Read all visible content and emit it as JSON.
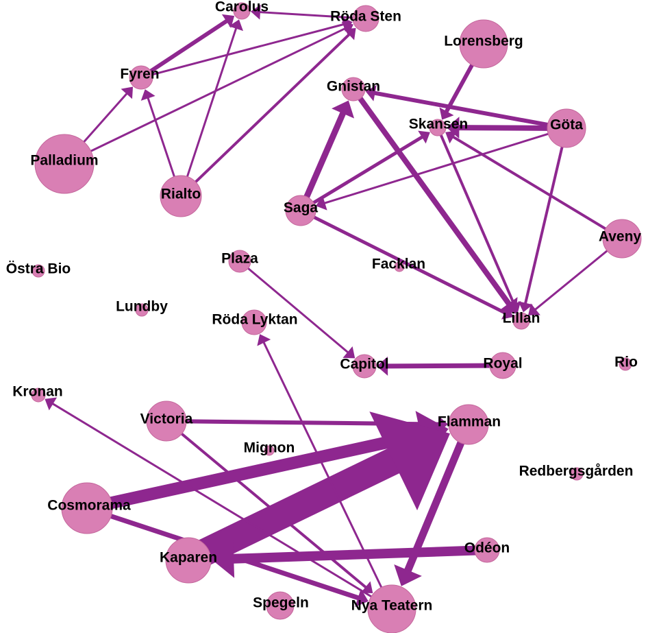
{
  "nodes": [
    {
      "id": "carolus",
      "label": "Carolus"
    },
    {
      "id": "roda-sten",
      "label": "Röda Sten"
    },
    {
      "id": "fyren",
      "label": "Fyren"
    },
    {
      "id": "lorensberg",
      "label": "Lorensberg"
    },
    {
      "id": "gnistan",
      "label": "Gnistan"
    },
    {
      "id": "skansen",
      "label": "Skansen"
    },
    {
      "id": "gota",
      "label": "Göta"
    },
    {
      "id": "palladium",
      "label": "Palladium"
    },
    {
      "id": "rialto",
      "label": "Rialto"
    },
    {
      "id": "saga",
      "label": "Saga"
    },
    {
      "id": "aveny",
      "label": "Aveny"
    },
    {
      "id": "plaza",
      "label": "Plaza"
    },
    {
      "id": "facklan",
      "label": "Facklan"
    },
    {
      "id": "ostra-bio",
      "label": "Östra Bio"
    },
    {
      "id": "lundby",
      "label": "Lundby"
    },
    {
      "id": "lillan",
      "label": "Lillan"
    },
    {
      "id": "roda-lyktan",
      "label": "Röda Lyktan"
    },
    {
      "id": "capitol",
      "label": "Capitol"
    },
    {
      "id": "royal",
      "label": "Royal"
    },
    {
      "id": "rio",
      "label": "Rio"
    },
    {
      "id": "kronan",
      "label": "Kronan"
    },
    {
      "id": "victoria",
      "label": "Victoria"
    },
    {
      "id": "flamman",
      "label": "Flamman"
    },
    {
      "id": "mignon",
      "label": "Mignon"
    },
    {
      "id": "redbergsgarden",
      "label": "Redbergsgården"
    },
    {
      "id": "cosmorama",
      "label": "Cosmorama"
    },
    {
      "id": "odeon",
      "label": "Odéon"
    },
    {
      "id": "kaparen",
      "label": "Kaparen"
    },
    {
      "id": "spegeln",
      "label": "Spegeln"
    },
    {
      "id": "nya-teatern",
      "label": "Nya Teatern"
    }
  ],
  "edges": [
    {
      "from": "roda-sten",
      "to": "carolus",
      "weight": 3
    },
    {
      "from": "fyren",
      "to": "carolus",
      "weight": 6
    },
    {
      "from": "fyren",
      "to": "roda-sten",
      "weight": 3
    },
    {
      "from": "palladium",
      "to": "fyren",
      "weight": 3
    },
    {
      "from": "palladium",
      "to": "roda-sten",
      "weight": 3
    },
    {
      "from": "rialto",
      "to": "fyren",
      "weight": 3
    },
    {
      "from": "rialto",
      "to": "carolus",
      "weight": 3
    },
    {
      "from": "rialto",
      "to": "roda-sten",
      "weight": 4
    },
    {
      "from": "lorensberg",
      "to": "skansen",
      "weight": 6
    },
    {
      "from": "gota",
      "to": "skansen",
      "weight": 8
    },
    {
      "from": "gota",
      "to": "gnistan",
      "weight": 6
    },
    {
      "from": "gota",
      "to": "saga",
      "weight": 3
    },
    {
      "from": "gota",
      "to": "lillan",
      "weight": 4
    },
    {
      "from": "saga",
      "to": "gnistan",
      "weight": 9
    },
    {
      "from": "saga",
      "to": "skansen",
      "weight": 5
    },
    {
      "from": "saga",
      "to": "lillan",
      "weight": 5
    },
    {
      "from": "gnistan",
      "to": "lillan",
      "weight": 8
    },
    {
      "from": "skansen",
      "to": "lillan",
      "weight": 4
    },
    {
      "from": "aveny",
      "to": "skansen",
      "weight": 4
    },
    {
      "from": "aveny",
      "to": "lillan",
      "weight": 3
    },
    {
      "from": "plaza",
      "to": "capitol",
      "weight": 3
    },
    {
      "from": "royal",
      "to": "capitol",
      "weight": 7
    },
    {
      "from": "victoria",
      "to": "flamman",
      "weight": 6
    },
    {
      "from": "victoria",
      "to": "nya-teatern",
      "weight": 4
    },
    {
      "from": "cosmorama",
      "to": "flamman",
      "weight": 18
    },
    {
      "from": "cosmorama",
      "to": "nya-teatern",
      "weight": 7
    },
    {
      "from": "kaparen",
      "to": "flamman",
      "weight": 40
    },
    {
      "from": "odeon",
      "to": "kaparen",
      "weight": 14
    },
    {
      "from": "flamman",
      "to": "nya-teatern",
      "weight": 11
    },
    {
      "from": "nya-teatern",
      "to": "kronan",
      "weight": 3
    },
    {
      "from": "nya-teatern",
      "to": "roda-lyktan",
      "weight": 3
    }
  ]
}
